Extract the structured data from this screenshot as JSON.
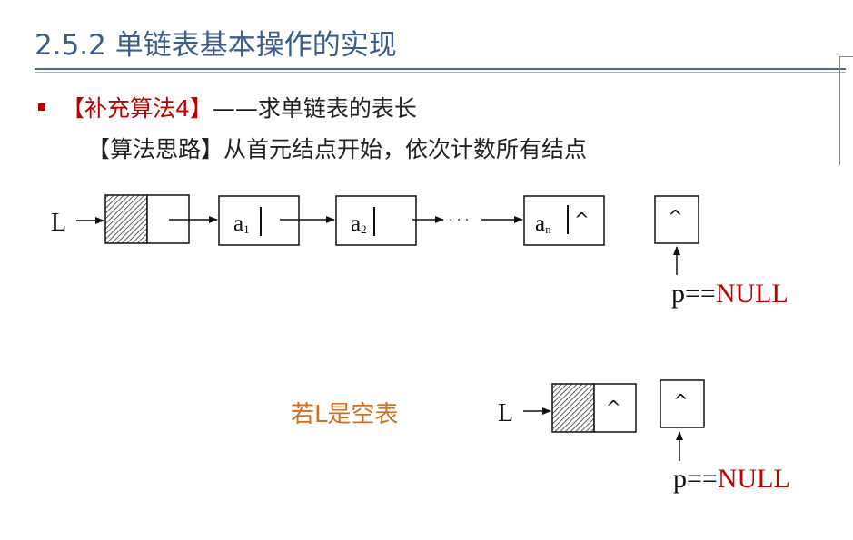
{
  "title": "2.5.2 单链表基本操作的实现",
  "bullet": {
    "label": "【补充算法4】",
    "dash": "——",
    "text": "求单链表的表长"
  },
  "idea": {
    "label": "【算法思路】",
    "text": "从首元结点开始，依次计数所有结点"
  },
  "diagram1": {
    "head_label": "L",
    "nodes": [
      {
        "data": "a",
        "sub": "1"
      },
      {
        "data": "a",
        "sub": "2"
      },
      {
        "data": "a",
        "sub": "n",
        "next": "^"
      }
    ],
    "ellipsis": "· · ·",
    "null_box": "^",
    "pointer": {
      "p": "p",
      "eq": "==",
      "null": "NULL"
    }
  },
  "empty_case": {
    "label": "若L是空表",
    "head_label": "L",
    "head_next": "^",
    "null_box": "^",
    "pointer": {
      "p": "p",
      "eq": "==",
      "null": "NULL"
    }
  },
  "colors": {
    "title": "#3b5e8c",
    "accent_red": "#c00000",
    "orange": "#d46f1f"
  }
}
